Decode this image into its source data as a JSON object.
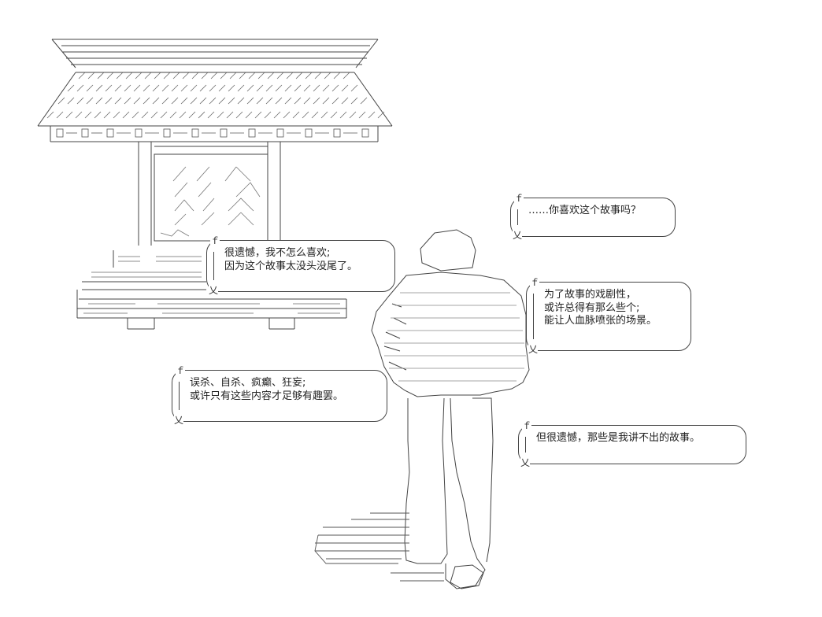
{
  "dialogue": {
    "b1": {
      "line1": "很遗憾，我不怎么喜欢;",
      "line2": "因为这个故事太没头没尾了。"
    },
    "b2": {
      "line1": "……你喜欢这个故事吗？"
    },
    "b3": {
      "line1": "为了故事的戏剧性，",
      "line2": "或许总得有那么些个;",
      "line3": "能让人血脉喷张的场景。"
    },
    "b4": {
      "line1": "误杀、自杀、疯癫、狂妄;",
      "line2": "或许只有这些内容才足够有趣罢。"
    },
    "b5": {
      "line1": "但很遗憾，那些是我讲不出的故事。"
    }
  },
  "art": {
    "style": "ascii-art",
    "colors": {
      "ink": "#333333",
      "paper": "#ffffff"
    }
  }
}
